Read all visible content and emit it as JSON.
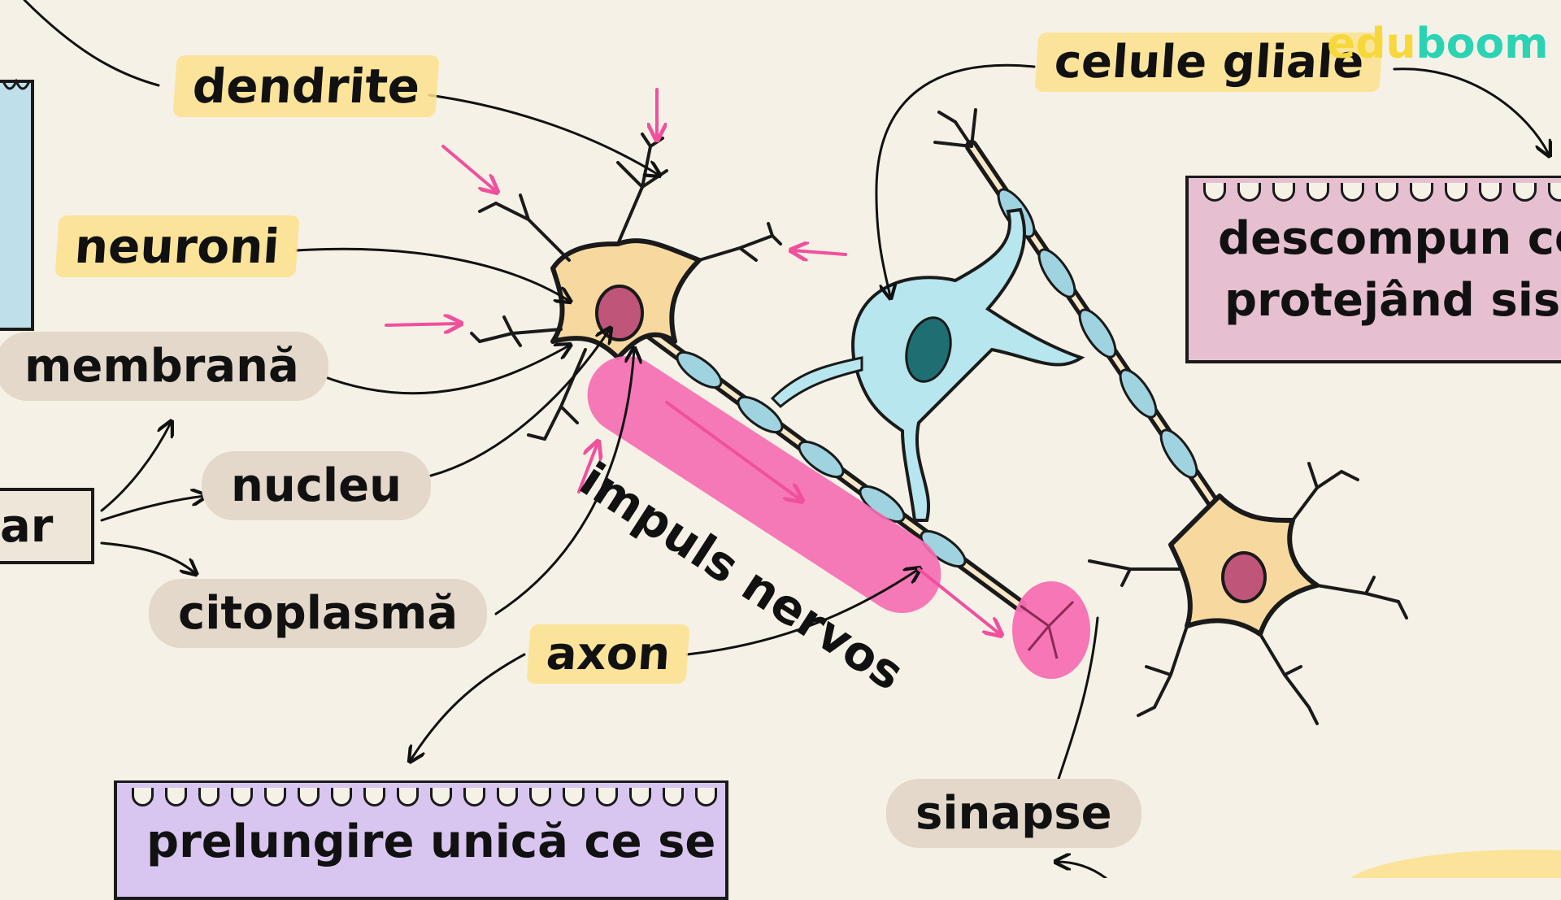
{
  "brand": {
    "logo_part1": "edu",
    "logo_part2": "boom",
    "color_part1": "#f7d83b",
    "color_part2": "#2ad3b4"
  },
  "labels": {
    "dendrite": "dendrite",
    "neuroni": "neuroni",
    "membrana": "membrană",
    "nucleu": "nucleu",
    "citoplasma": "citoplasmă",
    "axon": "axon",
    "celule_gliale": "celule gliale",
    "sinapse": "sinapse",
    "impuls_nervos": "impuls nervos",
    "left_fragment": "ar"
  },
  "cards": {
    "glia_line1": "descompun ce",
    "glia_line2": "protejând sist",
    "axon_line1": "prelungire unică ce se"
  },
  "colors": {
    "background": "#f6f1e6",
    "highlight_yellow": "#fce28c",
    "highlight_gray": "#e3d8ca",
    "neuron_body": "#f7d9a0",
    "nucleus": "#c0557a",
    "glia_cell": "#b7e6ee",
    "glia_nucleus": "#1f6f72",
    "impulse_pink": "#f56fb3",
    "arrow_pink": "#f0509e",
    "card_pink": "#e6bfd0",
    "card_purple": "#d8c6f0",
    "card_blue": "#bfe0ea"
  }
}
